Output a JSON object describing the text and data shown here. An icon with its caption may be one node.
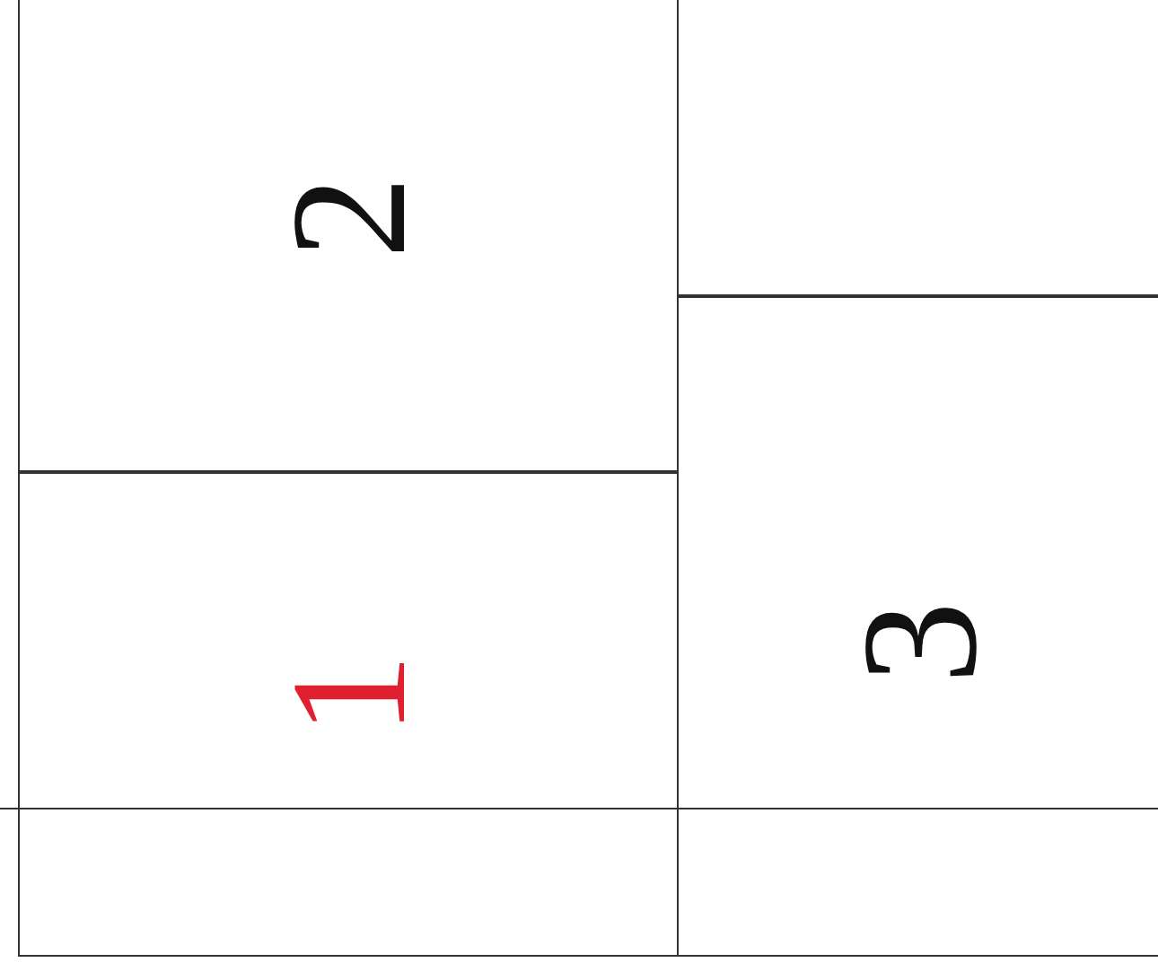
{
  "diagram": {
    "nodes": [
      {
        "text": [
          "2"
        ]
      },
      {
        "text": [],
        "shape": "box"
      },
      {
        "text": [
          "1"
        ]
      },
      {
        "text": [
          "3"
        ]
      },
      {
        "text": [],
        "shape": "box"
      },
      {
        "text": [],
        "shape": "box"
      }
    ]
  }
}
